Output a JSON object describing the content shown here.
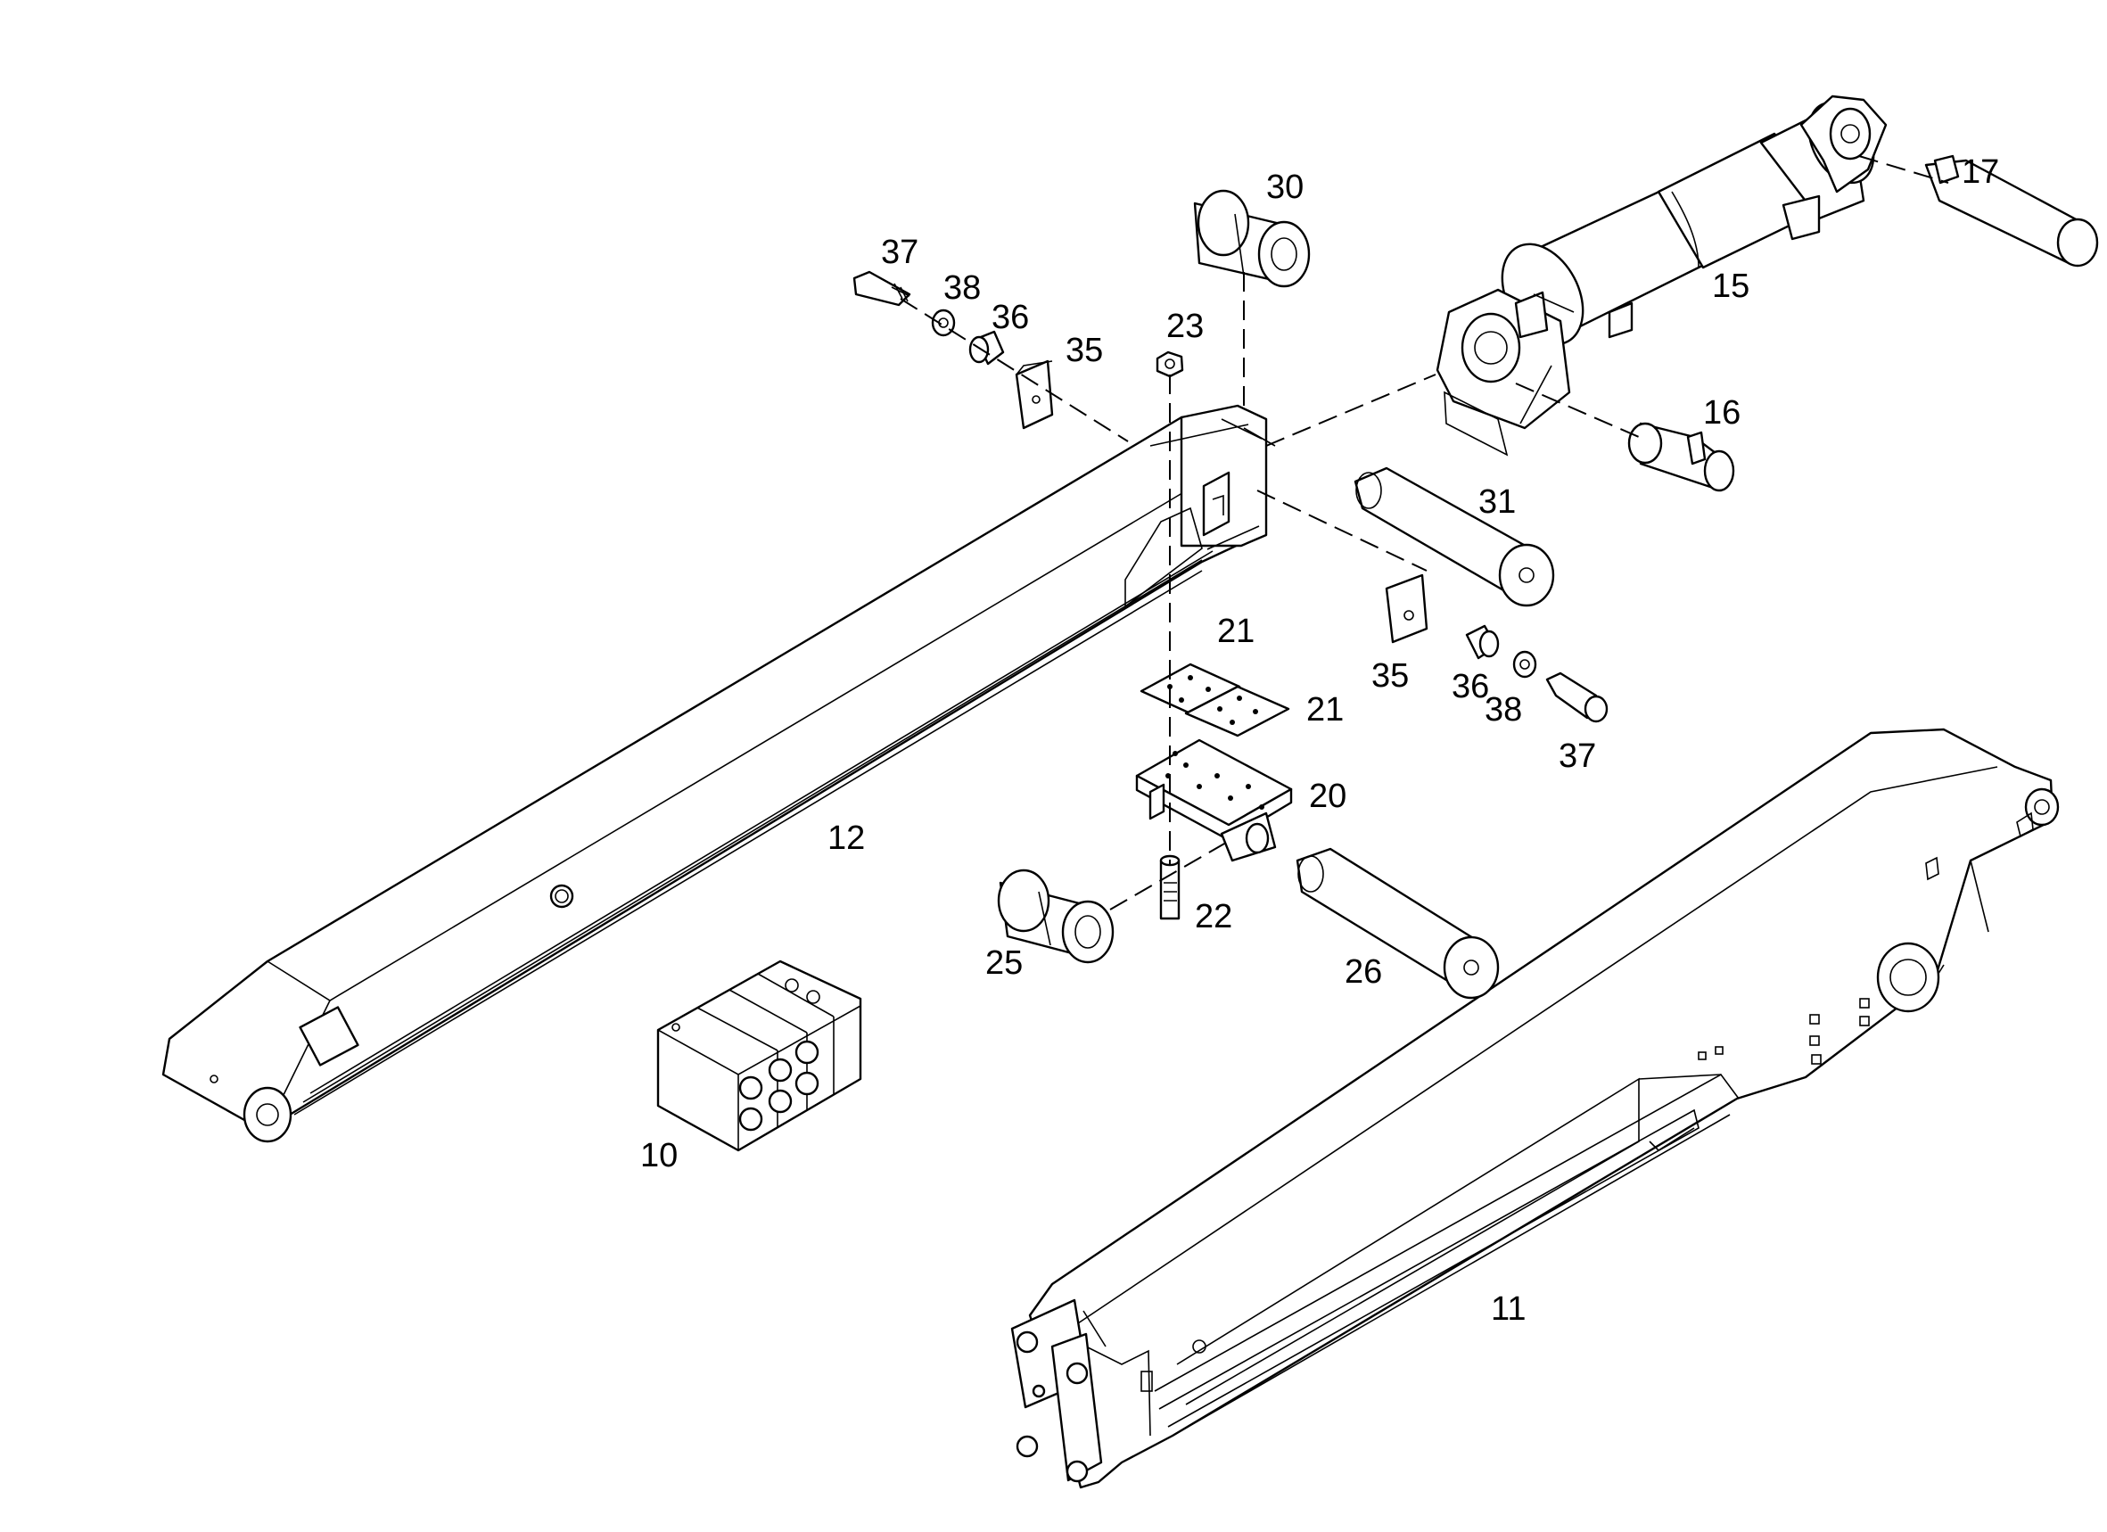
{
  "diagram": {
    "type": "exploded parts diagram",
    "callouts": {
      "p10": "10",
      "p11": "11",
      "p12": "12",
      "p15": "15",
      "p16": "16",
      "p17": "17",
      "p20": "20",
      "p21a": "21",
      "p21b": "21",
      "p22": "22",
      "p23": "23",
      "p25": "25",
      "p26": "26",
      "p30": "30",
      "p31": "31",
      "p35a": "35",
      "p35b": "35",
      "p36a": "36",
      "p36b": "36",
      "p37a": "37",
      "p37b": "37",
      "p38a": "38",
      "p38b": "38"
    }
  }
}
